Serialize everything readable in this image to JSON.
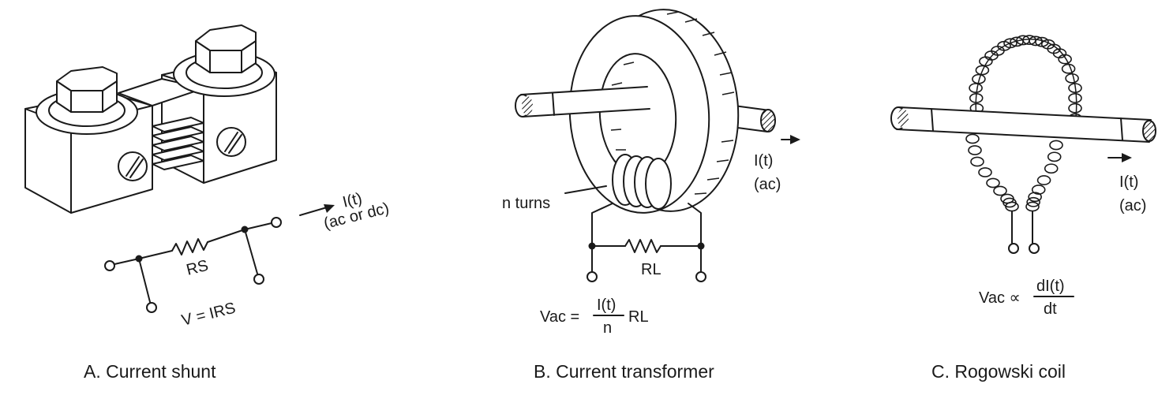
{
  "panels": {
    "a": {
      "caption": "A. Current shunt",
      "current_label": "I(t)",
      "current_note": "(ac or dc)",
      "resistor_label": "RS",
      "equation": "V = IRS"
    },
    "b": {
      "caption": "B. Current transformer",
      "current_label": "I(t)",
      "current_note": "(ac)",
      "turns_label": "n turns",
      "resistor_label": "RL",
      "equation_lhs": "Vac =",
      "equation_num": "I(t)",
      "equation_den": "n",
      "equation_rhs": "RL"
    },
    "c": {
      "caption": "C. Rogowski coil",
      "current_label": "I(t)",
      "current_note": "(ac)",
      "equation_lhs": "Vac ∝",
      "equation_num": "dI(t)",
      "equation_den": "dt"
    }
  }
}
